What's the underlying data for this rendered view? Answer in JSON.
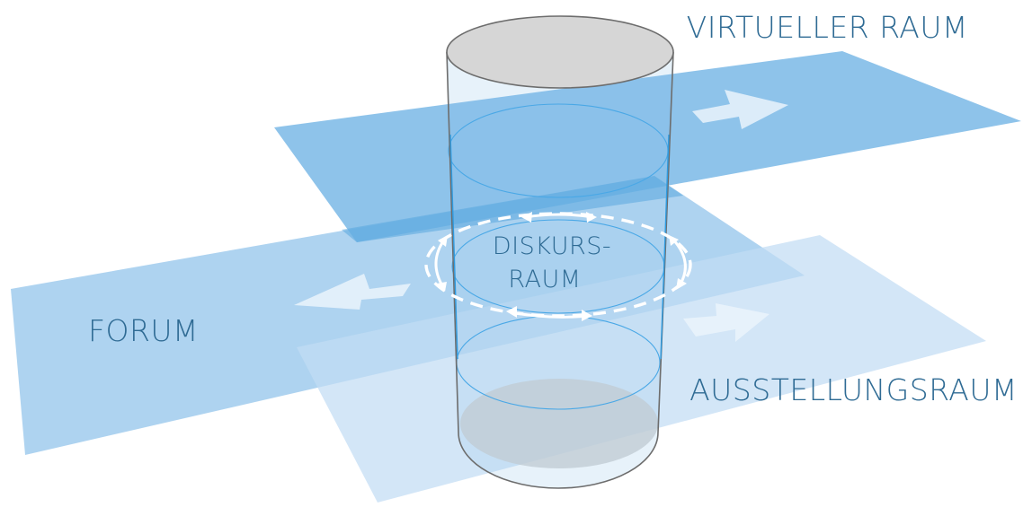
{
  "labels": {
    "virtual": "VIRTUELLER RAUM",
    "forum": "FORUM",
    "exhibition": "AUSSTELLUNGSRAUM",
    "discourse_line1": "DISKURS-",
    "discourse_line2": "RAUM"
  },
  "colors": {
    "label": "#2f6b94",
    "plane_virtual": "#7ab9e6",
    "plane_forum": "#8cc0ea",
    "plane_exhibition": "#c2dcf4",
    "cylinder_stroke": "#6d6d6d",
    "cylinder_fill": "#d6d6d6",
    "cylinder_inner_line": "#2f9be0",
    "arrow_fill": "#eaf3fb",
    "ring": "#ffffff"
  },
  "icons": {
    "flow_arrow": "flow-arrow-icon",
    "ring_arrow": "ring-arrow-icon"
  }
}
